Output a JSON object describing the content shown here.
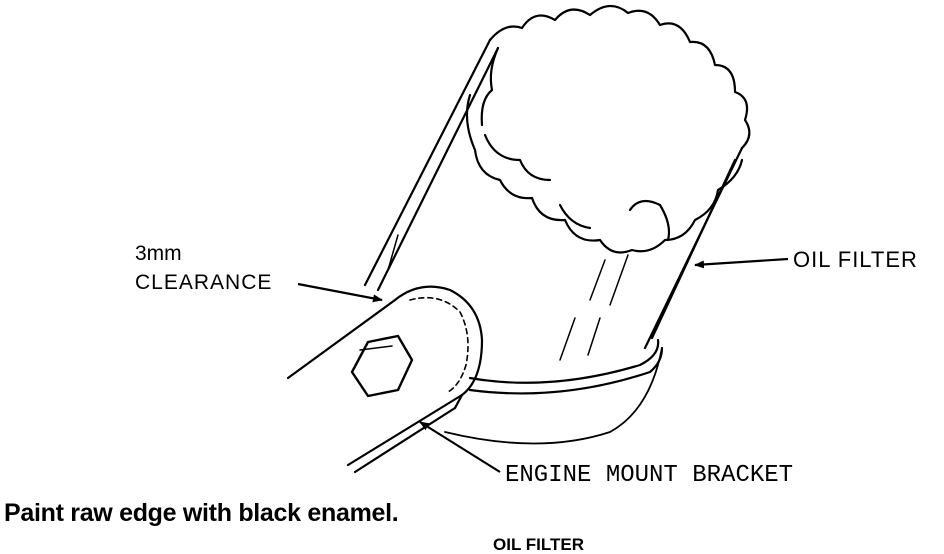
{
  "figure": {
    "labels": {
      "clearance_value": "3mm",
      "clearance_label": "CLEARANCE",
      "oil_filter": "OIL FILTER",
      "engine_mount_bracket": "ENGINE MOUNT BRACKET"
    },
    "note": "Paint raw edge with black enamel.",
    "caption": "OIL FILTER"
  },
  "colors": {
    "ink": "#000000",
    "background": "#ffffff"
  }
}
